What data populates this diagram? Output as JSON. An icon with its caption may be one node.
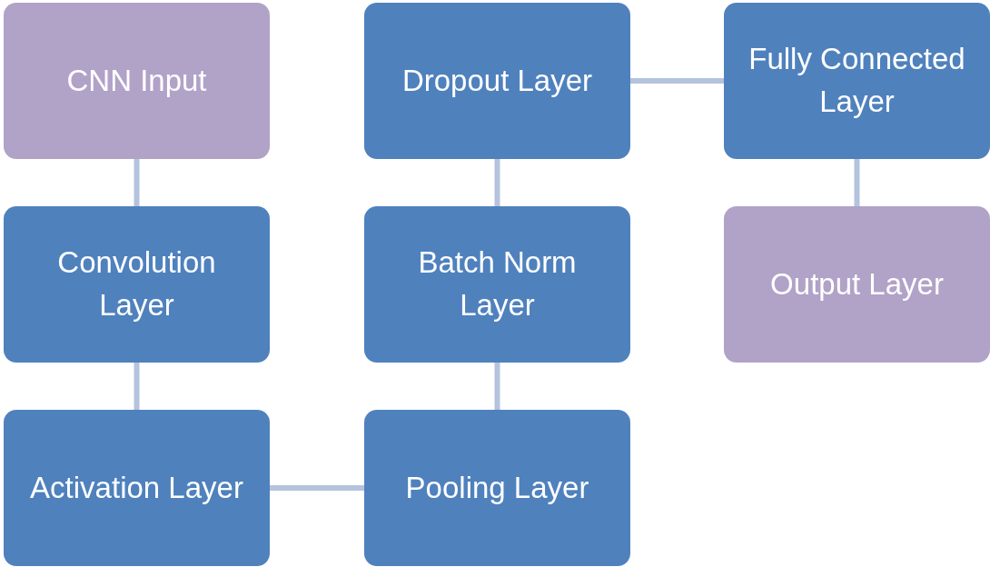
{
  "diagram": {
    "nodes": [
      {
        "text": [
          "CNN Input"
        ]
      },
      {
        "text": [
          "Convolution Layer"
        ]
      },
      {
        "text": [
          "Activation Layer"
        ]
      },
      {
        "text": [
          "Pooling Layer"
        ]
      },
      {
        "text": [
          "Batch Norm Layer"
        ]
      },
      {
        "text": [
          "Dropout Layer"
        ]
      },
      {
        "text": [
          "Fully Connected Layer"
        ]
      },
      {
        "text": [
          "Output Layer"
        ]
      }
    ],
    "edges": [
      {
        "from": 0,
        "to": 1,
        "arrow": "none"
      },
      {
        "from": 1,
        "to": 2,
        "arrow": "none"
      },
      {
        "from": 2,
        "to": 3,
        "arrow": "none"
      },
      {
        "from": 3,
        "to": 4,
        "arrow": "none"
      },
      {
        "from": 4,
        "to": 5,
        "arrow": "none"
      },
      {
        "from": 5,
        "to": 6,
        "arrow": "none"
      },
      {
        "from": 6,
        "to": 7,
        "arrow": "none"
      }
    ]
  }
}
